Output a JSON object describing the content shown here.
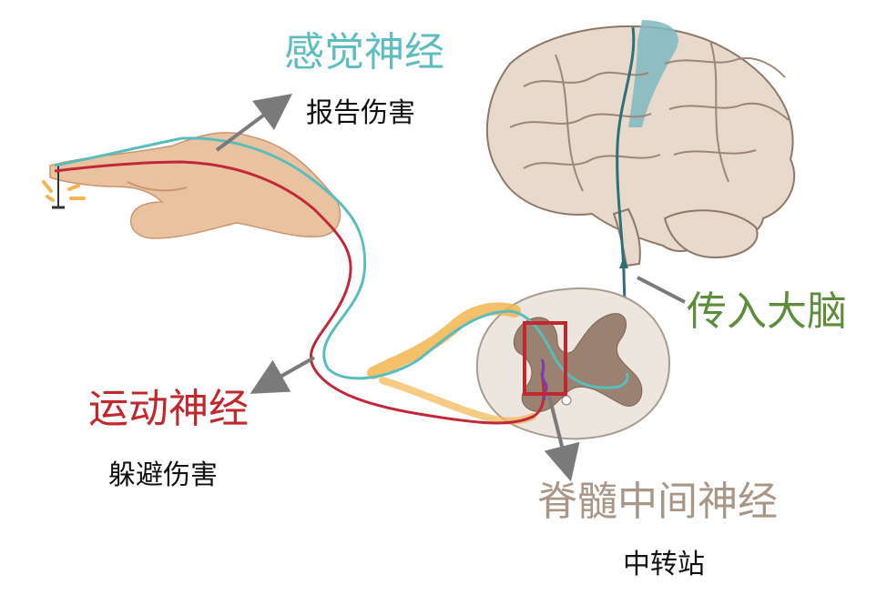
{
  "labels": {
    "sensory_nerve": "感觉神经",
    "sensory_function": "报告伤害",
    "motor_nerve": "运动神经",
    "motor_function": "躲避伤害",
    "to_brain": "传入大脑",
    "interneuron": "脊髓中间神经",
    "interneuron_function": "中转站"
  },
  "colors": {
    "sensory": "#5fbdbe",
    "motor": "#c0282d",
    "to_brain": "#5d8c3a",
    "interneuron": "#a89786",
    "arrow": "#7a7a7a",
    "highlight_box": "#c0282d",
    "brain_fill": "#e8d9cd",
    "brain_highlight": "#7fb8c0",
    "hand_fill": "#e9c3a0",
    "spinal_fill": "#ece6de",
    "grey_matter": "#9a8170",
    "nerve_bundle": "#f2b550",
    "sensory_fiber": "#58bdbc",
    "motor_fiber": "#c0283a",
    "pathway_to_brain": "#2f6f77",
    "interneuron_fiber": "#7a3cb0"
  },
  "icons": [
    "pin-icon",
    "pain-spark-icon"
  ]
}
